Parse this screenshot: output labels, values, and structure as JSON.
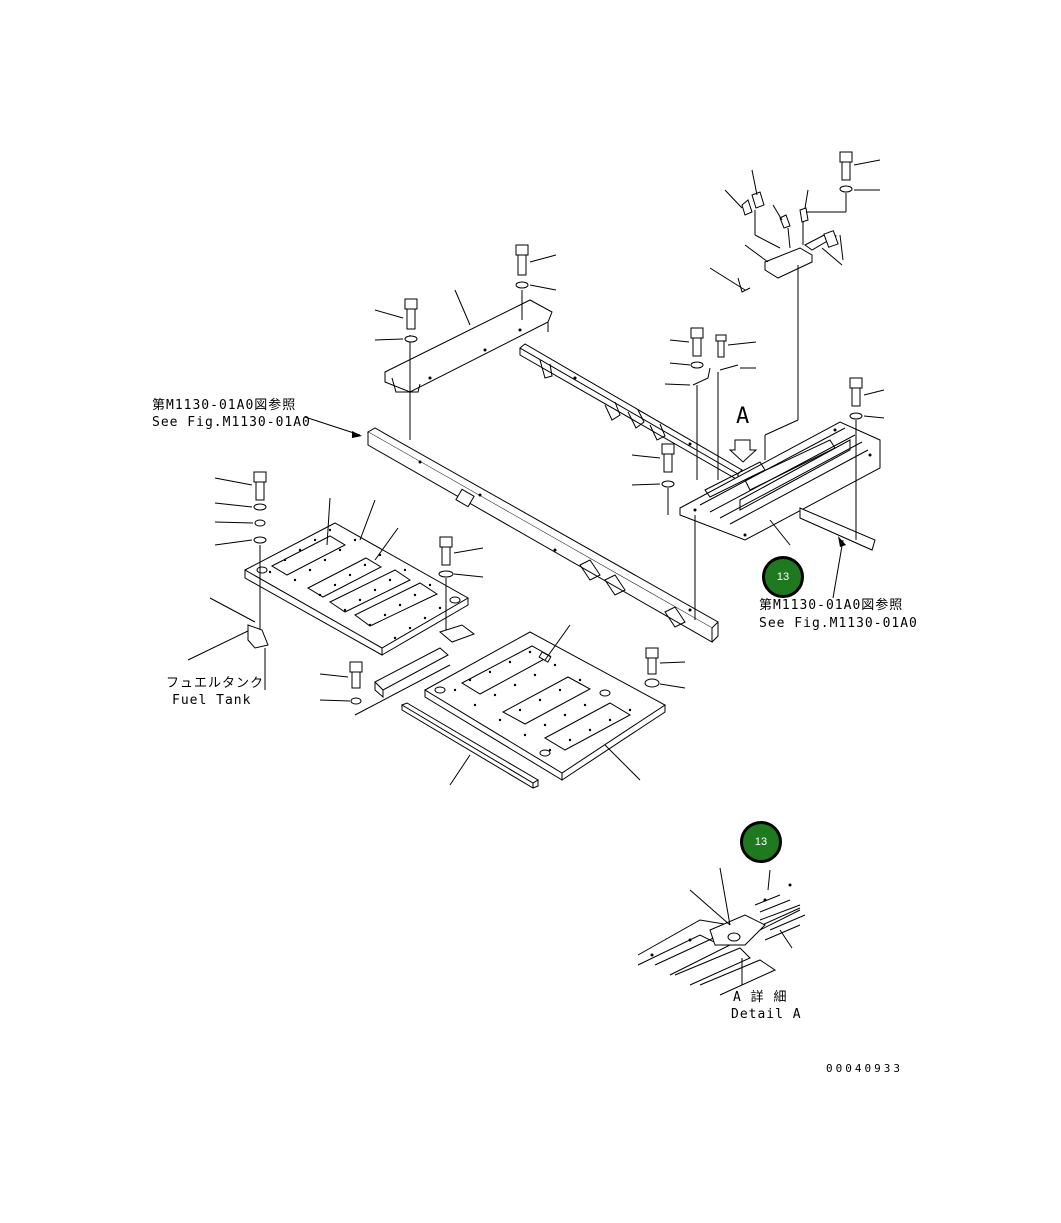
{
  "labels": {
    "ref_top_ja": "第M1130-01A0図参照",
    "ref_top_en": "See Fig.M1130-01A0",
    "ref_right_ja": "第M1130-01A0図参照",
    "ref_right_en": "See Fig.M1130-01A0",
    "fuel_tank_ja": "フュエルタンク",
    "fuel_tank_en": "Fuel Tank",
    "view_letter": "A",
    "detail_ja": "A 詳 細",
    "detail_en": "Detail A",
    "drawing_number": "00040933"
  },
  "callouts": [
    {
      "text": "13",
      "color": "#1f7a1f"
    },
    {
      "text": "13",
      "color": "#1f7a1f"
    }
  ]
}
